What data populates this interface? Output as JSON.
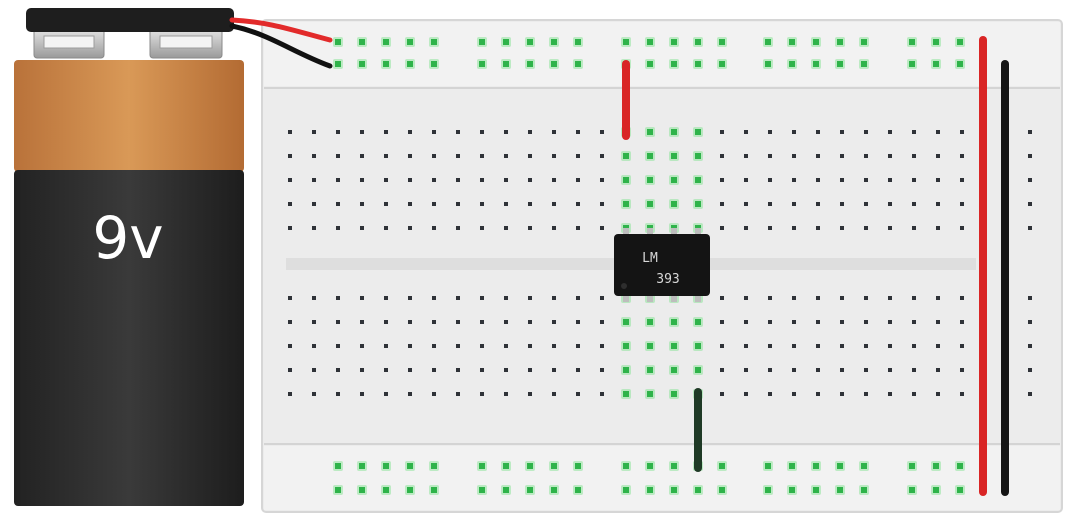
{
  "battery": {
    "label": "9v",
    "voltage_text": "9v",
    "colors": {
      "top": "#cf8a47",
      "body": "#2c2c2c",
      "cap": "#1e1e1e",
      "terminal": "#c8c8c8"
    }
  },
  "chip": {
    "marking_line1": "LM",
    "marking_line2": "393",
    "pins_per_side": 4,
    "color": "#141414"
  },
  "breadboard": {
    "board_color": "#ececec",
    "hole_color": "#2f3238",
    "connected_hole_color": "#2fb34a",
    "glow_color": "#8fe39d"
  },
  "wires": {
    "battery_positive_color": "#e22b2b",
    "battery_negative_color": "#111111",
    "jumper_vcc_color": "#d92525",
    "jumper_gnd_color": "#1f3a26",
    "rail_red_color": "#d92525",
    "rail_black_color": "#151515"
  }
}
